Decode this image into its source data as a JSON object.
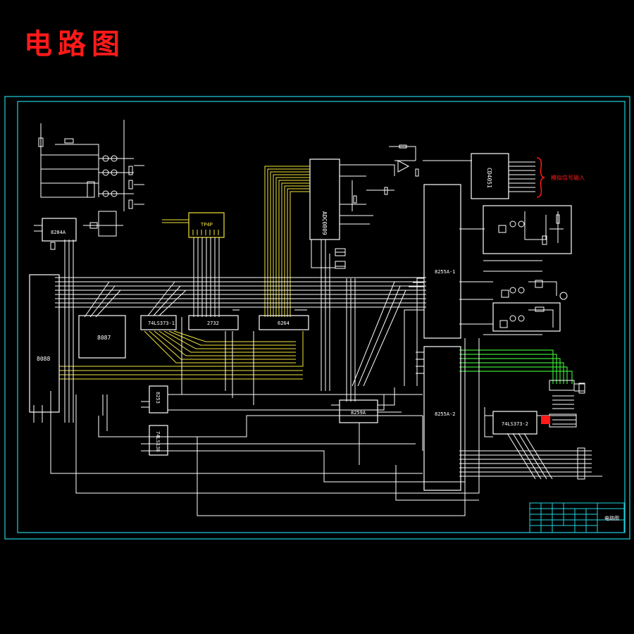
{
  "title": "电路图",
  "colors": {
    "background": "#000000",
    "title": "#ff1a1a",
    "frame": "#1fd3e0",
    "wire": "#ffffff",
    "bus_yellow": "#f2e33a",
    "bus_green": "#38e034",
    "marker_red": "#ff1a1a"
  },
  "chips": {
    "mcu": "8088",
    "c8087": "8087",
    "ls373_1": "74LS373-1",
    "eprom": "2732",
    "ram": "6264",
    "adc": "ADC0809",
    "cd4051": "CD4051",
    "p8255_1": "8255A-1",
    "p8255_2": "8255A-2",
    "ls373_2": "74LS373-2",
    "c8259": "8259A",
    "c8284": "8284A",
    "ls138": "74LS138",
    "c8253": "8253",
    "key_board": "TP4P"
  },
  "annotations": {
    "sensor_input": "模拟信号输入"
  },
  "title_block": {
    "drawing_name": "电路图"
  }
}
